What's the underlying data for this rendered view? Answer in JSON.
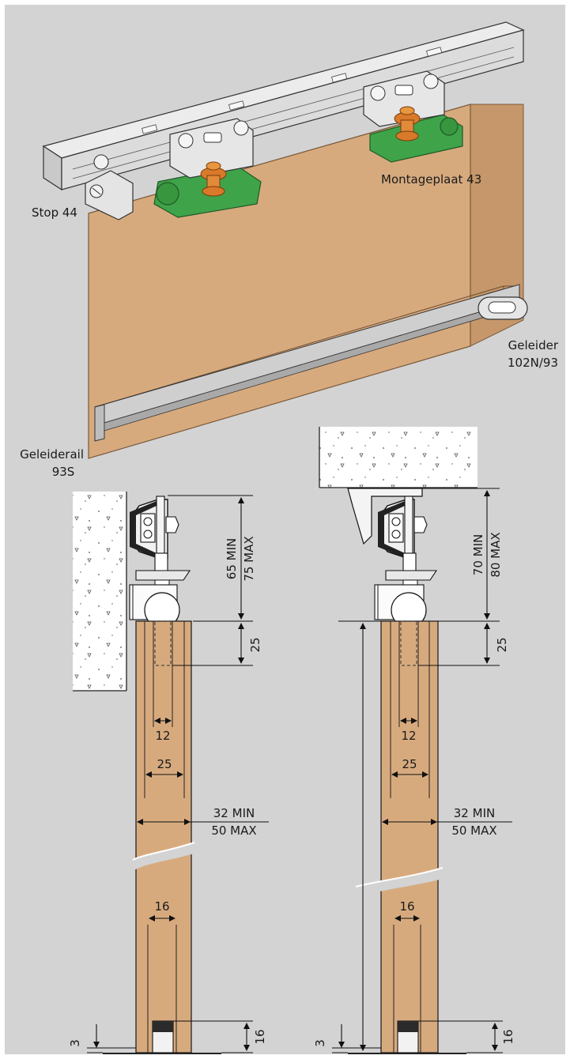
{
  "labels": {
    "stop": "Stop 44",
    "montageplaat": "Montageplaat 43",
    "geleider_line1": "Geleider",
    "geleider_line2": "102N/93",
    "geleiderail_line1": "Geleiderail",
    "geleiderail_line2": "93S"
  },
  "left_section": {
    "height_min": "65 MIN",
    "height_max": "75 MAX",
    "depth": "25",
    "slot_width": "12",
    "groove_width": "25",
    "door_min": "32 MIN",
    "door_max": "50 MAX",
    "bottom_groove": "16",
    "bottom_height": "16",
    "floor_gap": "3"
  },
  "right_section": {
    "height_min": "70 MIN",
    "height_max": "80 MAX",
    "depth": "25",
    "slot_width": "12",
    "groove_width": "25",
    "door_min": "32 MIN",
    "door_max": "50 MAX",
    "bottom_groove": "16",
    "bottom_height": "16",
    "floor_gap": "3"
  },
  "colors": {
    "background": "#d3d3d4",
    "wood_face": "#d7aa7e",
    "wood_side": "#c6976a",
    "wood_top": "#e2bc95",
    "green_plate": "#3fa34a",
    "copper_bolt": "#d97a2a",
    "metal": "#dcdcdc"
  }
}
